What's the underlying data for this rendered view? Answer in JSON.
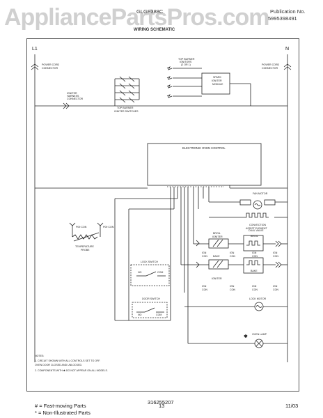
{
  "header": {
    "model": "GLGF388C",
    "title": "WIRING SCHEMATIC",
    "publication_label": "Publication No.",
    "publication_number": "5995398491",
    "watermark": "AppliancePartsPros.com"
  },
  "diagram": {
    "l1": "L1",
    "n": "N",
    "power_cord_left": [
      "POWER CORD",
      "CONNECTOR"
    ],
    "power_cord_right": [
      "POWER CORD",
      "CONNECTOR"
    ],
    "igniter_harness": [
      "IGNITER",
      "HARNESS",
      "CONNECTOR"
    ],
    "top_burner_switches": [
      "TOP BURNER",
      "IGNITER SWITCHES"
    ],
    "top_burner_ignitors": [
      "TOP BURNER",
      "IGNITORS",
      "(2 OR 1)"
    ],
    "spark_module": [
      "SPARK",
      "IGNITER",
      "MODULE"
    ],
    "electronic_oven_control": "ELECTRONIC OVEN CONTROL",
    "fan_motor": "FAN MOTOR",
    "convection_element": [
      "CONVECTION",
      "ASSIST ELEMENT"
    ],
    "temp_probe": [
      "TEMPERATURE",
      "PROBE"
    ],
    "pin_labels": [
      "P09 CON",
      "P09 CON"
    ],
    "broil_igniter": [
      "BROIL",
      "IGNITER"
    ],
    "bake_igniter": [
      "BAKE",
      "IGNITER"
    ],
    "dual_valve": "DUAL VALVE",
    "broil": "BROIL",
    "bake": "BAKE",
    "ign_con": [
      "IGN",
      "CON"
    ],
    "lock_switch": "LOCK SWITCH",
    "door_switch": "DOOR SWITCH",
    "no": "NO",
    "com": "COM",
    "lock_motor": "LOCK MOTOR",
    "oven_lamp": "OVEN LAMP",
    "star": "✱",
    "notes_title": "NOTES:",
    "notes": [
      "1.  CIRCUIT SHOWN WITH ALL CONTROLS SET TO OFF.",
      "     OVEN DOOR CLOSED AND UNLOCKED.",
      "2.  COMPONENTS WITH  ✱  DO NOT APPEAR ON ALL MODELS."
    ],
    "diagram_number": "316255207"
  },
  "footer": {
    "legend1": "#  =  Fast-moving Parts",
    "legend2": "*   =  Non-Illustrated Parts",
    "page": "13",
    "date": "11/03"
  }
}
